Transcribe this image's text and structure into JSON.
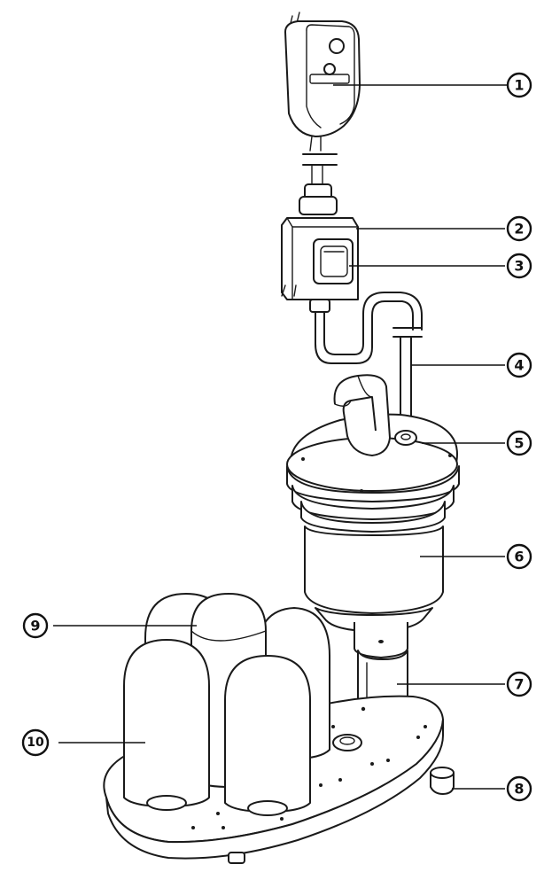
{
  "callouts": [
    {
      "id": "1",
      "label": "1"
    },
    {
      "id": "2",
      "label": "2"
    },
    {
      "id": "3",
      "label": "3"
    },
    {
      "id": "4",
      "label": "4"
    },
    {
      "id": "5",
      "label": "5"
    },
    {
      "id": "6",
      "label": "6"
    },
    {
      "id": "7",
      "label": "7"
    },
    {
      "id": "8",
      "label": "8"
    },
    {
      "id": "9",
      "label": "9"
    },
    {
      "id": "10",
      "label": "10"
    }
  ],
  "colors": {
    "stroke": "#1a1a1a",
    "background": "#ffffff"
  }
}
